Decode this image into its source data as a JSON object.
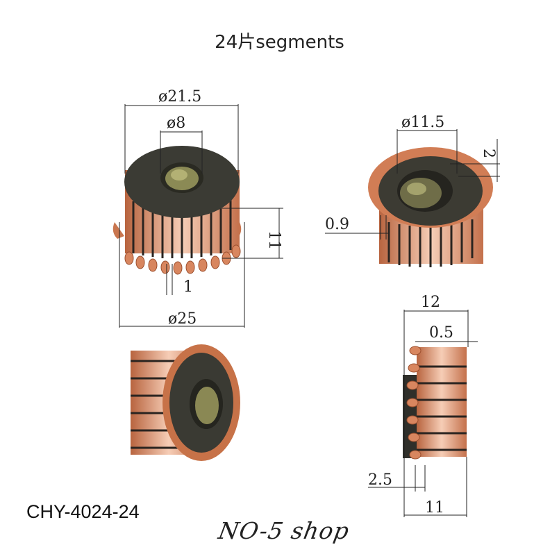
{
  "title": "24片segments",
  "model": "CHY-4024-24",
  "shop": "NO-5 shop",
  "dimensions": {
    "outer_top": "ø21.5",
    "inner": "ø8",
    "height_11": "11",
    "seg_width": "1",
    "outer_bottom": "ø25",
    "inner_right": "ø11.5",
    "offset_2": "2",
    "gap_09": "0.9",
    "length_12": "12",
    "hook_05": "0.5",
    "base_25": "2.5",
    "length_11": "11"
  },
  "colors": {
    "copper": "#d9886a",
    "copper_light": "#f4c8b0",
    "insulator": "#3a3a34"
  }
}
